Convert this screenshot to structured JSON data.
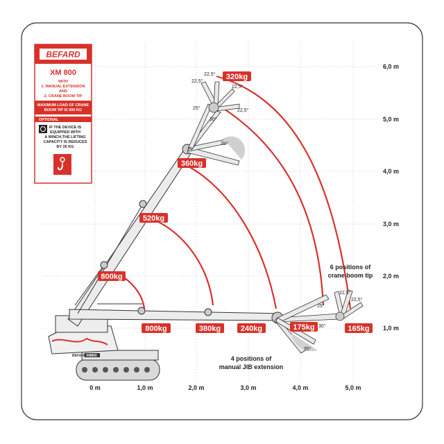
{
  "colors": {
    "accent": "#d7322a",
    "boom": "#e9e9e9",
    "grid": "#cfd6df",
    "text": "#222222"
  },
  "info_panel": {
    "logo": "BEFARD",
    "model": "XM 800",
    "with": "WITH",
    "item1": "1. MANUAL EXTENSION",
    "and": "AND",
    "item2": "2. CRANE BOOM TIP",
    "max_load_line1": "MAXIMUM LOAD OF CRANE",
    "max_load_line2": "BOOM TIP IS 500 KG",
    "optional": "OPTIONAL",
    "winch_line1": "IF THE DEVICE IS",
    "winch_line2": "EQUIPPED WITH",
    "winch_line3": "A WINCH,THE LIFTING",
    "winch_line4": "CAPACITY IS REDUCES",
    "winch_line5": "BY 25 KG",
    "winch_icon": "winch-icon",
    "hook_icon": "crane-hook-icon"
  },
  "x_axis": [
    "0 m",
    "1,0 m",
    "2,0 m",
    "3,0 m",
    "4,0 m",
    "5,0 m"
  ],
  "y_axis": [
    "1,0 m",
    "2,0 m",
    "3,0 m",
    "4,0 m",
    "5,0 m",
    "6,0 m"
  ],
  "loads": {
    "l320": "320kg",
    "l360": "360kg",
    "l520": "520kg",
    "l800_boom": "800kg",
    "l800_arm": "800kg",
    "l380": "380kg",
    "l240": "240kg",
    "l175": "175kg",
    "l165": "165kg"
  },
  "angles": {
    "top_a": "22,5°",
    "top_b": "22,5°",
    "top_c": "22,5°",
    "top_d": "22,5°",
    "top_e": "25°",
    "top_f": "30°",
    "top_g": "35°",
    "right_a": "22,5°",
    "right_b": "22,5°",
    "right_c": "25°",
    "right_d": "30°",
    "right_e": "35°"
  },
  "notes": {
    "boom_tip_line1": "6 positions of",
    "boom_tip_line2": "crane boom tip",
    "jib_line1": "4 positions of",
    "jib_line2": "manual JIB extension"
  },
  "machine": {
    "brand": "BEFARD",
    "model_badge": "XM800"
  }
}
